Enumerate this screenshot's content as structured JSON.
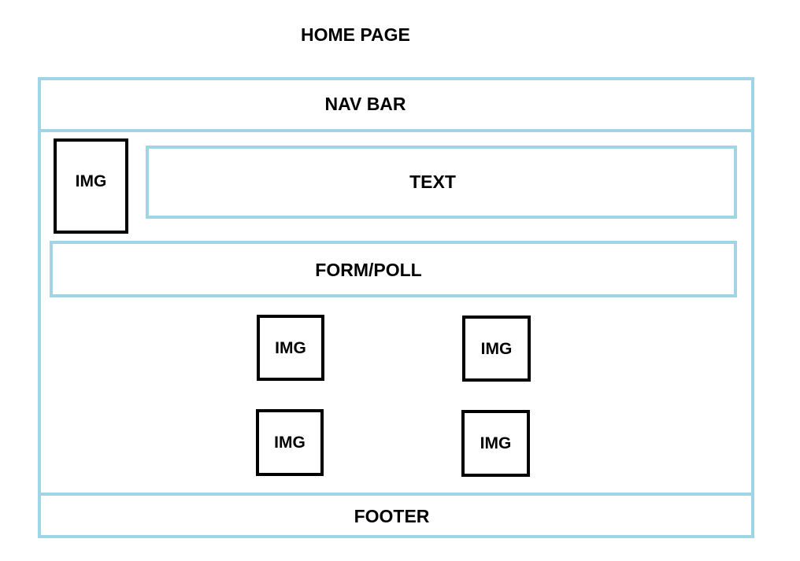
{
  "title": "HOME PAGE",
  "nav_bar": "NAV BAR",
  "text_block": "TEXT",
  "form_poll": "FORM/POLL",
  "footer": "FOOTER",
  "image_placeholders": [
    "IMG",
    "IMG",
    "IMG",
    "IMG",
    "IMG"
  ],
  "colors": {
    "frame_border": "#9fd5e5",
    "image_border": "#000000",
    "text": "#000000",
    "background": "#ffffff"
  }
}
